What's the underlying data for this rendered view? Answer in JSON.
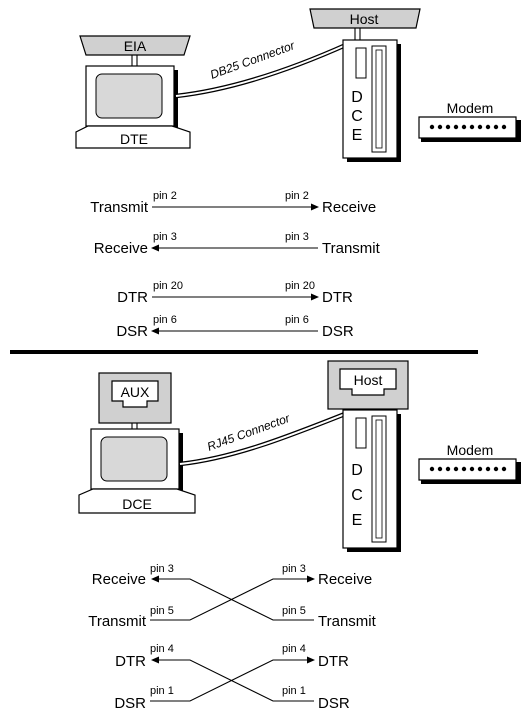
{
  "top": {
    "dte_connector_label": "EIA",
    "dte_label": "DTE",
    "cable_label": "DB25 Connector",
    "host_label": "Host",
    "dce_letters": [
      "D",
      "C",
      "E"
    ],
    "modem_label": "Modem",
    "signals": [
      {
        "left": "Transmit",
        "left_pin": "pin 2",
        "right": "Receive",
        "right_pin": "pin 2"
      },
      {
        "left": "Receive",
        "left_pin": "pin 3",
        "right": "Transmit",
        "right_pin": "pin 3"
      },
      {
        "left": "DTR",
        "left_pin": "pin 20",
        "right": "DTR",
        "right_pin": "pin 20"
      },
      {
        "left": "DSR",
        "left_pin": "pin 6",
        "right": "DSR",
        "right_pin": "pin 6"
      }
    ]
  },
  "bottom": {
    "aux_label": "AUX",
    "dce_label": "DCE",
    "cable_label": "RJ45 Connector",
    "host_label": "Host",
    "dce_letters": [
      "D",
      "C",
      "E"
    ],
    "modem_label": "Modem",
    "signals": [
      {
        "left": "Receive",
        "left_pin": "pin 3",
        "right": "Receive",
        "right_pin": "pin 3"
      },
      {
        "left": "Transmit",
        "left_pin": "pin 5",
        "right": "Transmit",
        "right_pin": "pin 5"
      },
      {
        "left": "DTR",
        "left_pin": "pin 4",
        "right": "DTR",
        "right_pin": "pin 4"
      },
      {
        "left": "DSR",
        "left_pin": "pin 1",
        "right": "DSR",
        "right_pin": "pin 1"
      }
    ]
  }
}
